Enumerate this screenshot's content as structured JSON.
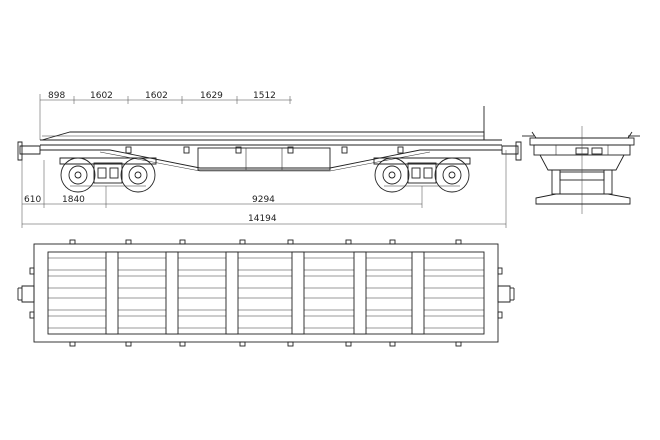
{
  "drawing": {
    "top_dimensions": [
      "898",
      "1602",
      "1602",
      "1629",
      "1512"
    ],
    "bottom_dimensions": {
      "overhang": "610",
      "bogie_offset": "1840",
      "bogie_centers": "9294",
      "overall_length": "14194"
    }
  }
}
